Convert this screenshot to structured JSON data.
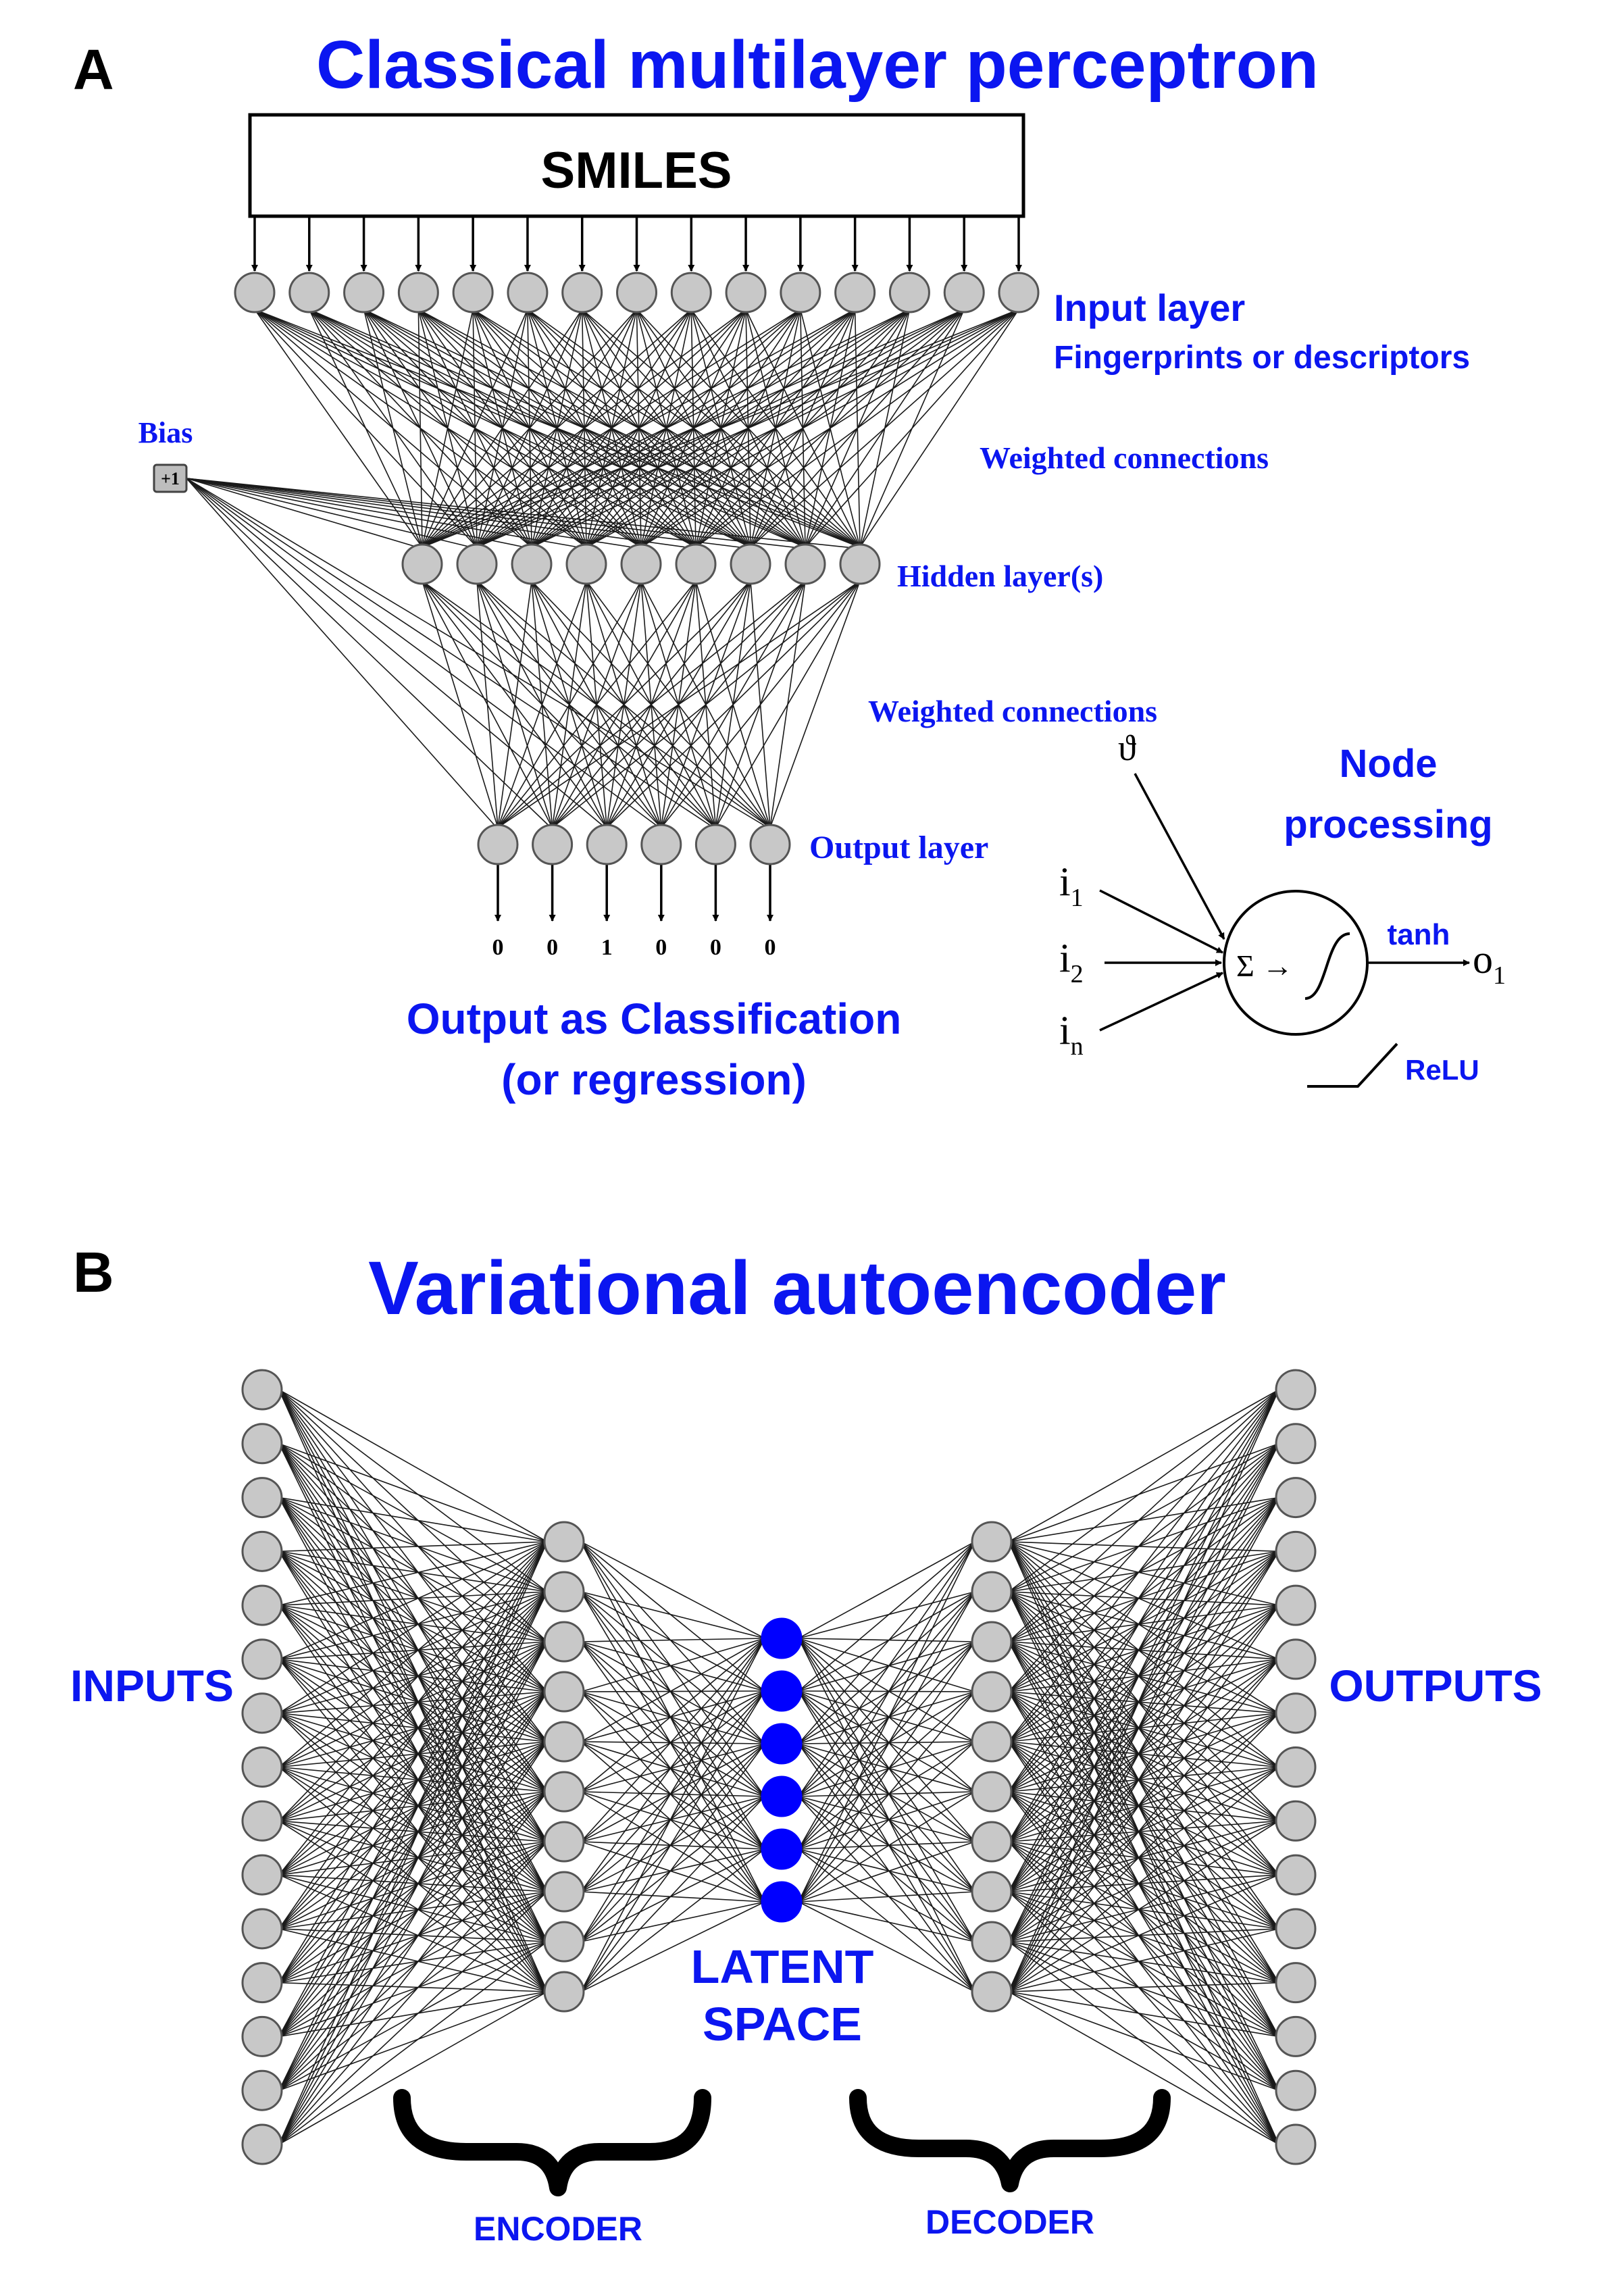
{
  "colors": {
    "accent": "#0b16f0",
    "node_fill": "#c8c8c8",
    "latent_fill": "#0000ff",
    "edge": "#1a1a1a"
  },
  "panel_a": {
    "letter": "A",
    "title": "Classical multilayer perceptron",
    "input_box": "SMILES",
    "input_layer_label": "Input layer",
    "input_layer_sub": "Fingerprints or descriptors",
    "bias_label": "Bias",
    "bias_node": "+1",
    "weighted_connections_1": "Weighted  connections",
    "hidden_layer_label": "Hidden layer(s)",
    "weighted_connections_2": "Weighted  connections",
    "output_layer_label": "Output layer",
    "outputs": [
      "0",
      "0",
      "1",
      "0",
      "0",
      "0"
    ],
    "output_caption_1": "Output as Classification",
    "output_caption_2": "(or regression)",
    "layer_sizes": {
      "input": 15,
      "hidden": 9,
      "output": 6
    },
    "node_processing": {
      "title_1": "Node",
      "title_2": "processing",
      "theta": "ϑ",
      "inputs": [
        {
          "base": "i",
          "sub": "1"
        },
        {
          "base": "i",
          "sub": "2"
        },
        {
          "base": "i",
          "sub": "n"
        }
      ],
      "sum_symbol": "Σ →",
      "activation": "tanh",
      "output": {
        "base": "o",
        "sub": "1"
      },
      "alt_activation": "ReLU"
    }
  },
  "panel_b": {
    "letter": "B",
    "title": "Variational autoencoder",
    "inputs_label": "INPUTS",
    "outputs_label": "OUTPUTS",
    "latent_label_1": "LATENT",
    "latent_label_2": "SPACE",
    "encoder_label": "ENCODER",
    "decoder_label": "DECODER",
    "layer_sizes": {
      "input": 15,
      "encoder": 10,
      "latent": 6,
      "decoder": 10,
      "output": 15
    }
  }
}
